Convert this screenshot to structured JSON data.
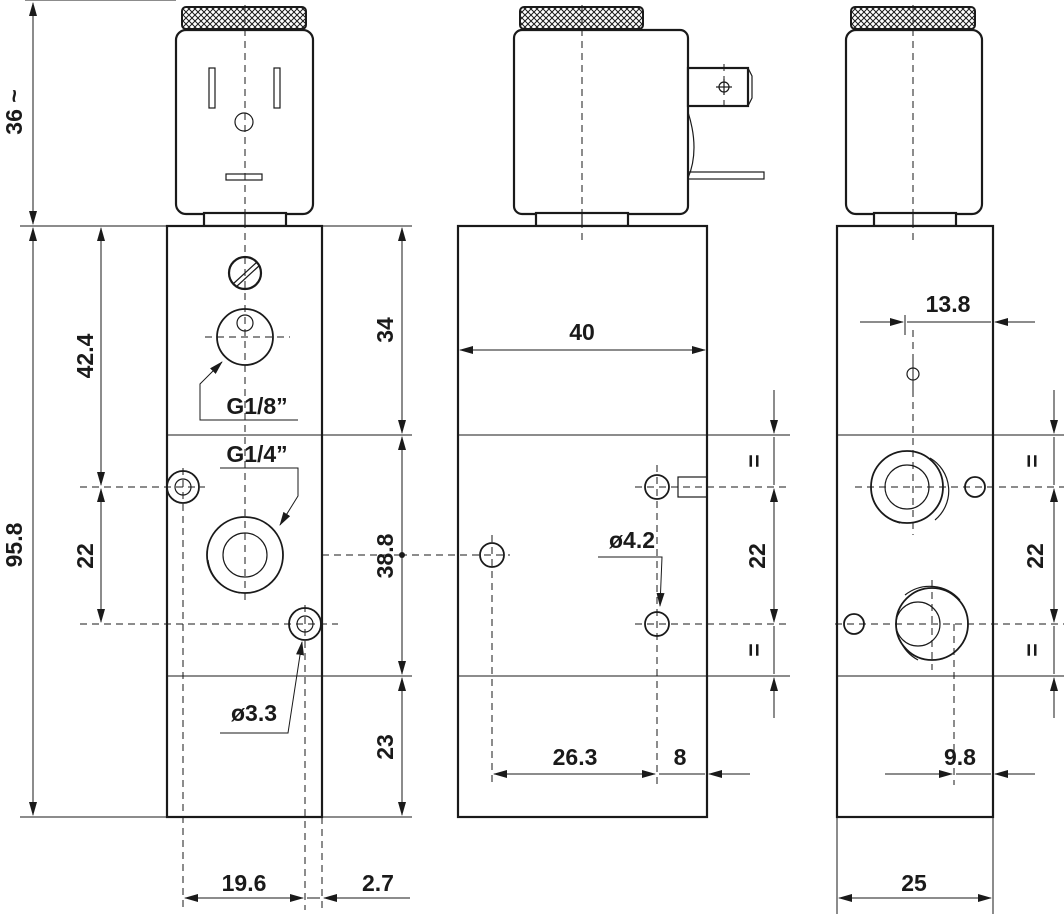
{
  "dimensions": {
    "coil_height": "36 ~",
    "overall_height": "95.8",
    "top_section": "42.4",
    "port_spacing_left": "22",
    "upper_block": "34",
    "middle_block": "38.8",
    "lower_block": "23",
    "width_front": "40",
    "port_spacing_side": "22",
    "port_spacing_right": "22",
    "offset_front": "26.3",
    "edge_front": "8",
    "hole_offset_right": "13.8",
    "edge_right": "9.8",
    "depth_right": "25",
    "hole_pos_left": "19.6",
    "edge_left": "2.7"
  },
  "callouts": {
    "pilot_port": "G1/8”",
    "main_port": "G1/4”",
    "mount_hole_small": "ø3.3",
    "mount_hole_large": "ø4.2",
    "equal_mark": "="
  }
}
